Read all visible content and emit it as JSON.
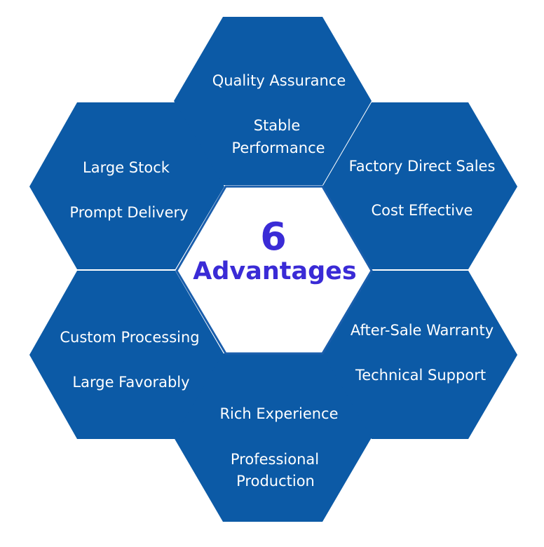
{
  "colors": {
    "hex_fill": "#0c5aa6",
    "center_stroke": "#1a5eac",
    "center_text": "#3a2bd6",
    "label_text": "#ffffff"
  },
  "center": {
    "number": "6",
    "word": "Advantages"
  },
  "hexagons": {
    "top": {
      "line1": "Quality Assurance",
      "line2a": "Stable",
      "line2b": "Performance"
    },
    "upper_left": {
      "line1": "Large Stock",
      "line2": "Prompt Delivery"
    },
    "upper_right": {
      "line1": "Factory Direct Sales",
      "line2": "Cost Effective"
    },
    "lower_left": {
      "line1": "Custom Processing",
      "line2": "Large Favorably"
    },
    "lower_right": {
      "line1": "After-Sale Warranty",
      "line2": "Technical Support"
    },
    "bottom": {
      "line1": "Rich Experience",
      "line2a": "Professional",
      "line2b": "Production"
    }
  }
}
